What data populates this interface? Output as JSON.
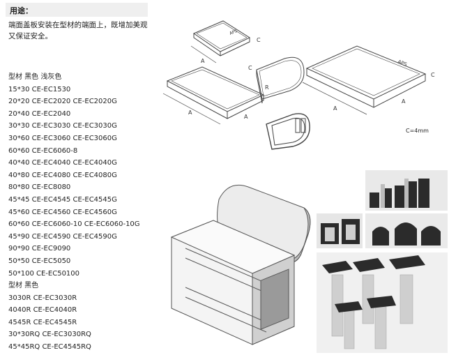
{
  "header": {
    "title": "用途："
  },
  "description": "端面盖板安装在型材的端面上，既增加美观又保证安全。",
  "list_rows": [
    "型材 黑色 浅灰色",
    "15*30 CE-EC1530",
    "20*20 CE-EC2020 CE-EC2020G",
    "20*40 CE-EC2040",
    "30*30 CE-EC3030 CE-EC3030G",
    "30*60 CE-EC3060 CE-EC3060G",
    "60*60 CE-EC6060-8",
    "40*40 CE-EC4040 CE-EC4040G",
    "40*80 CE-EC4080 CE-EC4080G",
    "80*80 CE-EC8080",
    "45*45 CE-EC4545 CE-EC4545G",
    "45*60 CE-EC4560 CE-EC4560G",
    "60*60 CE-EC6060-10 CE-EC6060-10G",
    "45*90 CE-EC4590 CE-EC4590G",
    "90*90 CE-EC9090",
    "50*50 CE-EC5050",
    "50*100 CE-EC50100",
    "型材 黑色",
    "3030R CE-EC3030R",
    "4040R CE-EC4040R",
    "4545R CE-EC4545R",
    "30*30RQ CE-EC3030RQ",
    "45*45RQ CE-EC4545RQ"
  ],
  "drawing": {
    "dim_a": "A",
    "dim_c": "C",
    "dim_r": "R",
    "note": "C=4mm",
    "brand": "APS"
  },
  "colors": {
    "cap_dark": "#2b2b2b",
    "profile_light": "#d8d8d8",
    "line": "#444444"
  }
}
